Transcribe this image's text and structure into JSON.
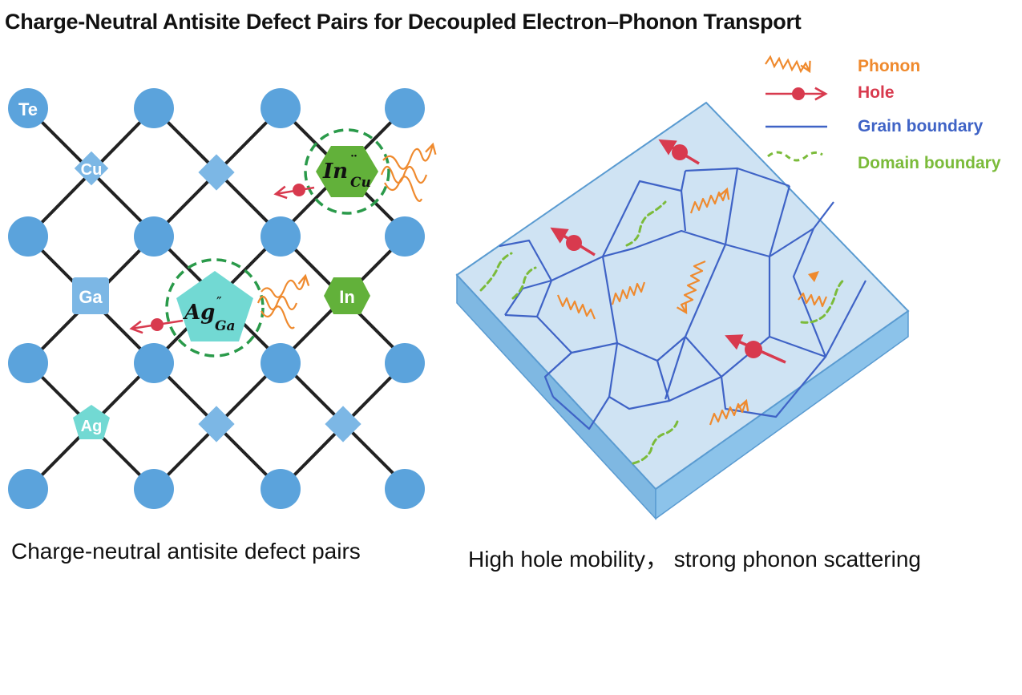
{
  "title": "Charge-Neutral Antisite Defect Pairs for Decoupled Electron–Phonon Transport",
  "lattice": {
    "atoms": {
      "te": "Te",
      "cu": "Cu",
      "ga": "Ga",
      "in": "In",
      "ag": "Ag"
    },
    "defect_in_cu": {
      "main": "In",
      "charge": "¨",
      "sub": "Cu"
    },
    "defect_ag_ga": {
      "main": "Ag",
      "charge": "″",
      "sub": "Ga"
    }
  },
  "legend": {
    "phonon": "Phonon",
    "hole": "Hole",
    "grain_boundary": "Grain boundary",
    "domain_boundary": "Domain boundary"
  },
  "captions": {
    "left": "Charge-neutral antisite defect pairs",
    "right": "High hole mobility， strong phonon scattering"
  },
  "colors": {
    "atom_blue": "#5ba3dc",
    "diamond_blue": "#7cb7e5",
    "green": "#62b13a",
    "teal": "#72d9d3",
    "phonon": "#ef8a2e",
    "hole": "#d83a4e",
    "grain": "#3f63c6",
    "domain": "#7bbb3a",
    "slab_top": "#cfe3f3"
  }
}
